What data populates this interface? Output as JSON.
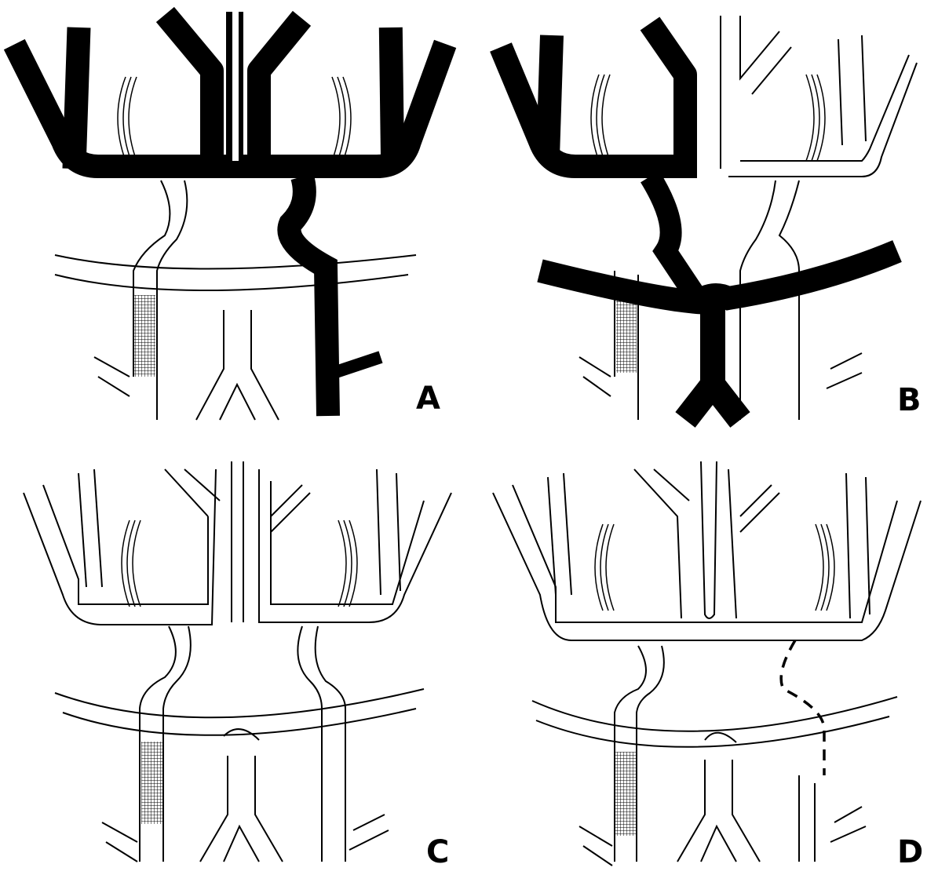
{
  "panels": [
    {
      "label": "A",
      "filled": [
        "upper-all",
        "right-connector",
        "right-vessel"
      ],
      "stippled": true
    },
    {
      "label": "B",
      "filled": [
        "upper-left",
        "left-connector",
        "crossbar",
        "center-trunk"
      ],
      "stippled": true
    },
    {
      "label": "C",
      "filled": [],
      "stippled": true
    },
    {
      "label": "D",
      "filled": [],
      "stippled": true,
      "dashed": [
        "right-connector",
        "right-vessel"
      ]
    }
  ],
  "colors": {
    "ink": "#000000",
    "paper": "#ffffff",
    "stipple": "#000000"
  }
}
